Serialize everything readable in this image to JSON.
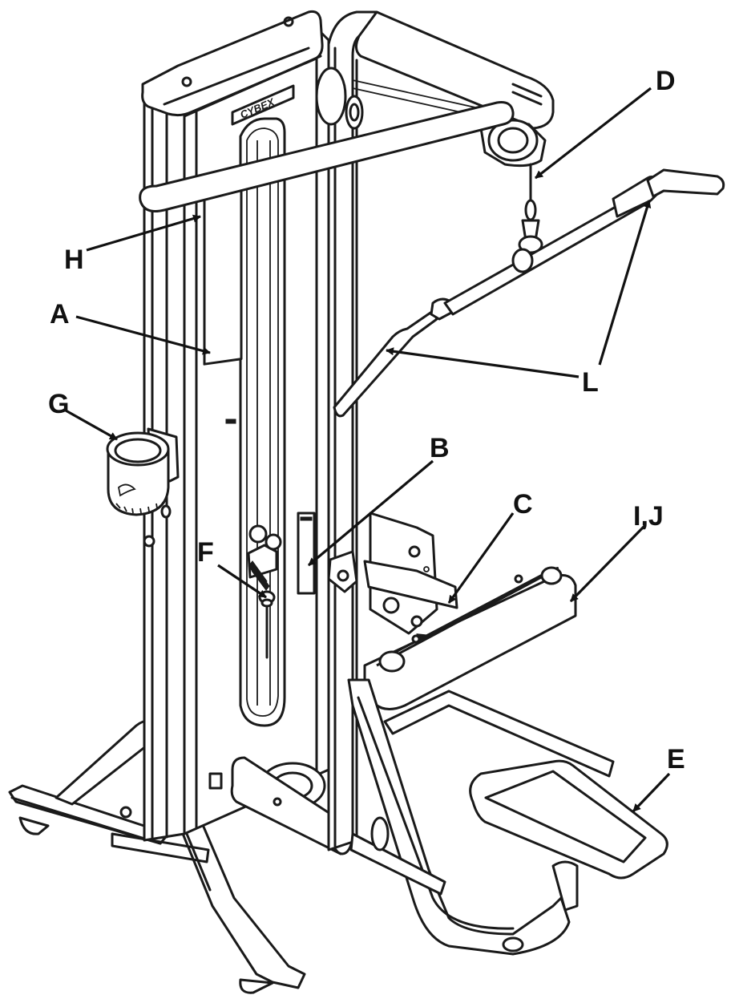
{
  "brand": "CYBEX",
  "callouts": {
    "A": "A",
    "B": "B",
    "C": "C",
    "D": "D",
    "E": "E",
    "F": "F",
    "G": "G",
    "H": "H",
    "IJ": "I,J",
    "L": "L"
  },
  "colors": {
    "line": "#1a1a1a",
    "background": "#ffffff",
    "fill": "#f2f2f2"
  }
}
